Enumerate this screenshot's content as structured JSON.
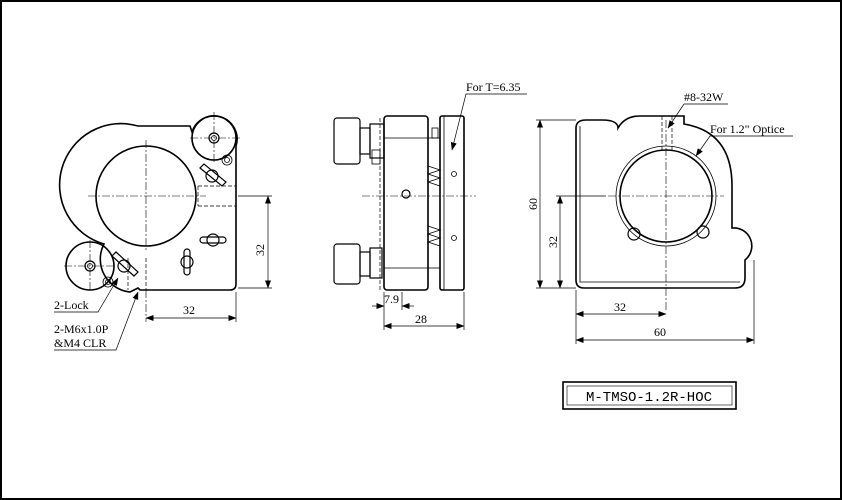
{
  "model_label": "M-TMSO-1.2R-HOC",
  "front_view": {
    "callout_lock": "2-Lock",
    "callout_tap_line1": "2-M6x1.0P",
    "callout_tap_line2": "&M4 CLR",
    "dim_horizontal": "32",
    "dim_vertical": "32"
  },
  "side_view": {
    "callout_thickness": "For T=6.35",
    "dim_offset": "7.9",
    "dim_depth": "28"
  },
  "rear_view": {
    "callout_thread": "#8-32W",
    "callout_optic": "For 1.2\" Optice",
    "dim_height": "60",
    "dim_vertical": "32",
    "dim_horizontal": "32",
    "dim_width": "60"
  }
}
